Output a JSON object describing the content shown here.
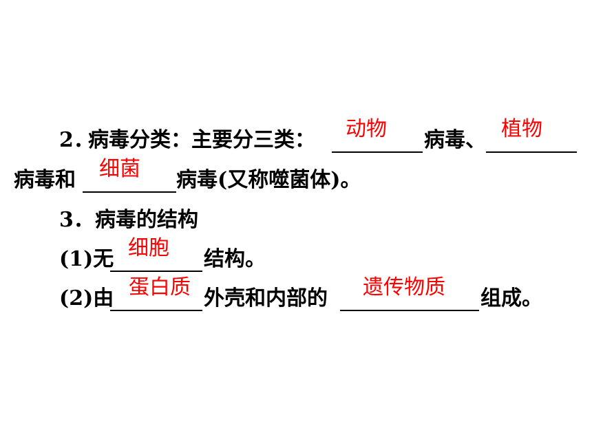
{
  "colors": {
    "text": "#000000",
    "answer": "#ff0000",
    "background": "#ffffff"
  },
  "item2": {
    "number": "2．",
    "lead": "病毒分类：主要分三类：",
    "after_animal": "病毒、",
    "line2_start": "病毒和",
    "line2_end": "病毒(又称噬菌体)。",
    "answers": [
      "动物",
      "植物",
      "细菌"
    ]
  },
  "item3": {
    "number": "3．",
    "heading": "病毒的结构",
    "sub1": {
      "label": "(1)无",
      "end": "结构。",
      "answer": "细胞"
    },
    "sub2": {
      "label": "(2)由",
      "middle": "外壳和内部的",
      "end": "组成。",
      "answers": [
        "蛋白质",
        "遗传物质"
      ]
    }
  }
}
